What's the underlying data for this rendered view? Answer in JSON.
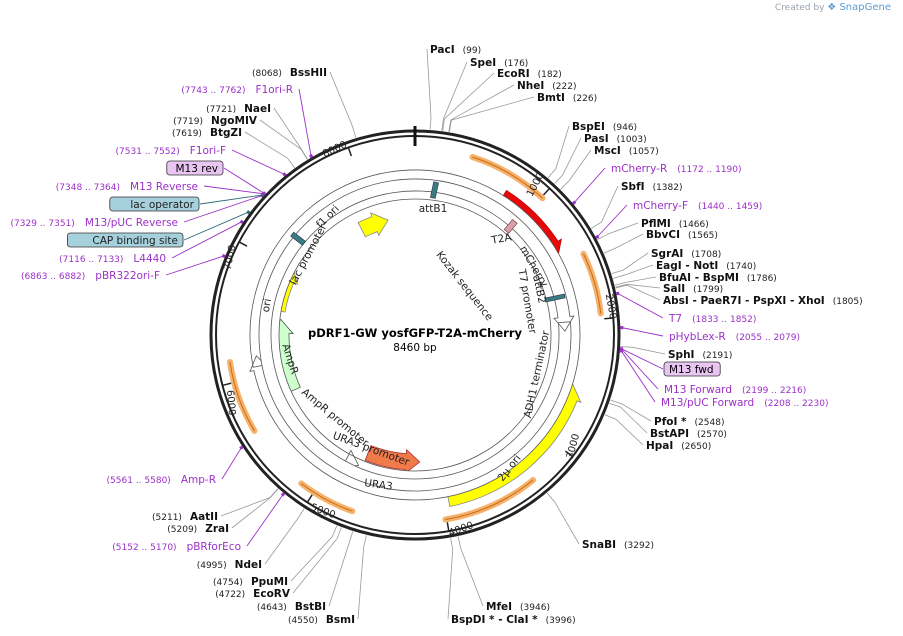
{
  "credit": {
    "created_by": "Created by",
    "brand": "SnapGene"
  },
  "plasmid": {
    "name": "pDRF1-GW yosfGFP-T2A-mCherry",
    "size": "8460 bp",
    "length": 8460
  },
  "tick_labels": [
    "1000",
    "2000",
    "3000",
    "4000",
    "5000",
    "6000",
    "7000",
    "8000"
  ],
  "enzymes": [
    {
      "name": "PacI",
      "pos": "(99)",
      "bp": 99
    },
    {
      "name": "SpeI",
      "pos": "(176)",
      "bp": 176
    },
    {
      "name": "EcoRI",
      "pos": "(182)",
      "bp": 182
    },
    {
      "name": "NheI",
      "pos": "(222)",
      "bp": 222
    },
    {
      "name": "BmtI",
      "pos": "(226)",
      "bp": 226
    },
    {
      "name": "BspEI",
      "pos": "(946)",
      "bp": 946
    },
    {
      "name": "PasI",
      "pos": "(1003)",
      "bp": 1003
    },
    {
      "name": "MscI",
      "pos": "(1057)",
      "bp": 1057
    },
    {
      "name": "SbfI",
      "pos": "(1382)",
      "bp": 1382
    },
    {
      "name": "PflMI",
      "pos": "(1466)",
      "bp": 1466
    },
    {
      "name": "BbvCI",
      "pos": "(1565)",
      "bp": 1565
    },
    {
      "name": "SgrAI",
      "pos": "(1708)",
      "bp": 1708
    },
    {
      "name": "EagI - NotI",
      "pos": "(1740)",
      "bp": 1740
    },
    {
      "name": "BfuAI - BspMI",
      "pos": "(1786)",
      "bp": 1786
    },
    {
      "name": "SalI",
      "pos": "(1799)",
      "bp": 1799
    },
    {
      "name": "AbsI - PaeR7I - PspXI - XhoI",
      "pos": "(1805)",
      "bp": 1805
    },
    {
      "name": "SphI",
      "pos": "(2191)",
      "bp": 2191
    },
    {
      "name": "PfoI *",
      "pos": "(2548)",
      "bp": 2548
    },
    {
      "name": "BstAPI",
      "pos": "(2570)",
      "bp": 2570
    },
    {
      "name": "HpaI",
      "pos": "(2650)",
      "bp": 2650
    },
    {
      "name": "SnaBI",
      "pos": "(3292)",
      "bp": 3292
    },
    {
      "name": "MfeI",
      "pos": "(3946)",
      "bp": 3946
    },
    {
      "name": "BspDI * - ClaI *",
      "pos": "(3996)",
      "bp": 3996
    },
    {
      "name": "BsmI",
      "pos": "(4550)",
      "bp": 4550
    },
    {
      "name": "BstBI",
      "pos": "(4643)",
      "bp": 4643
    },
    {
      "name": "EcoRV",
      "pos": "(4722)",
      "bp": 4722
    },
    {
      "name": "PpuMI",
      "pos": "(4754)",
      "bp": 4754
    },
    {
      "name": "NdeI",
      "pos": "(4995)",
      "bp": 4995
    },
    {
      "name": "ZraI",
      "pos": "(5209)",
      "bp": 5209
    },
    {
      "name": "AatII",
      "pos": "(5211)",
      "bp": 5211
    },
    {
      "name": "BtgZI",
      "pos": "(7619)",
      "bp": 7619
    },
    {
      "name": "NgoMIV",
      "pos": "(7719)",
      "bp": 7719
    },
    {
      "name": "NaeI",
      "pos": "(7721)",
      "bp": 7721
    },
    {
      "name": "BssHII",
      "pos": "(8068)",
      "bp": 8068
    }
  ],
  "primers": [
    {
      "name": "mCherry-R",
      "range": "(1172 .. 1190)",
      "bp": 1181
    },
    {
      "name": "mCherry-F",
      "range": "(1440 .. 1459)",
      "bp": 1450
    },
    {
      "name": "T7",
      "range": "(1833 .. 1852)",
      "bp": 1843
    },
    {
      "name": "pHybLex-R",
      "range": "(2055 .. 2079)",
      "bp": 2067
    },
    {
      "name": "M13 fwd",
      "range": "",
      "bp": 2205
    },
    {
      "name": "M13 Forward",
      "range": "(2199 .. 2216)",
      "bp": 2207
    },
    {
      "name": "M13/pUC Forward",
      "range": "(2208 .. 2230)",
      "bp": 2219
    },
    {
      "name": "Amp-R",
      "range": "(5561 .. 5580)",
      "bp": 5570
    },
    {
      "name": "pBRforEco",
      "range": "(5152 .. 5170)",
      "bp": 5161
    },
    {
      "name": "pBR322ori-F",
      "range": "(6863 .. 6882)",
      "bp": 6872
    },
    {
      "name": "L4440",
      "range": "(7116 .. 7133)",
      "bp": 7124
    },
    {
      "name": "CAP binding site",
      "range": "",
      "bp": 7200
    },
    {
      "name": "M13/pUC Reverse",
      "range": "(7329 .. 7351)",
      "bp": 7340
    },
    {
      "name": "lac operator",
      "range": "",
      "bp": 7345
    },
    {
      "name": "M13 Reverse",
      "range": "(7348 .. 7364)",
      "bp": 7356
    },
    {
      "name": "M13 rev",
      "range": "",
      "bp": 7360
    },
    {
      "name": "F1ori-F",
      "range": "(7531 .. 7552)",
      "bp": 7541
    },
    {
      "name": "F1ori-R",
      "range": "(7743 .. 7762)",
      "bp": 7752
    }
  ],
  "features": [
    {
      "label": "attB1"
    },
    {
      "label": "T2A"
    },
    {
      "label": "mCherry"
    },
    {
      "label": "attB2"
    },
    {
      "label": "T7 promoter"
    },
    {
      "label": "Kozak sequence"
    },
    {
      "label": "ADH1 terminator"
    },
    {
      "label": "2µ ori"
    },
    {
      "label": "URA3"
    },
    {
      "label": "URA3 promoter"
    },
    {
      "label": "AmpR promoter"
    },
    {
      "label": "AmpR"
    },
    {
      "label": "ori"
    },
    {
      "label": "lac promoter"
    },
    {
      "label": "f1 ori"
    }
  ],
  "colors": {
    "mcherry": "#e8080a",
    "two_micron": "#ffff00",
    "ura3": "#f07a4a",
    "ampr": "#ccffcc",
    "ori": "#ffff00",
    "f1ori": "#ffff00",
    "primer": "#9b30c8",
    "orange_arc": "#f5a95a",
    "green_arc": "#33aa22",
    "boxed_fill": "#a6d0dc",
    "primer_box_fill": "#e9c6f2"
  }
}
